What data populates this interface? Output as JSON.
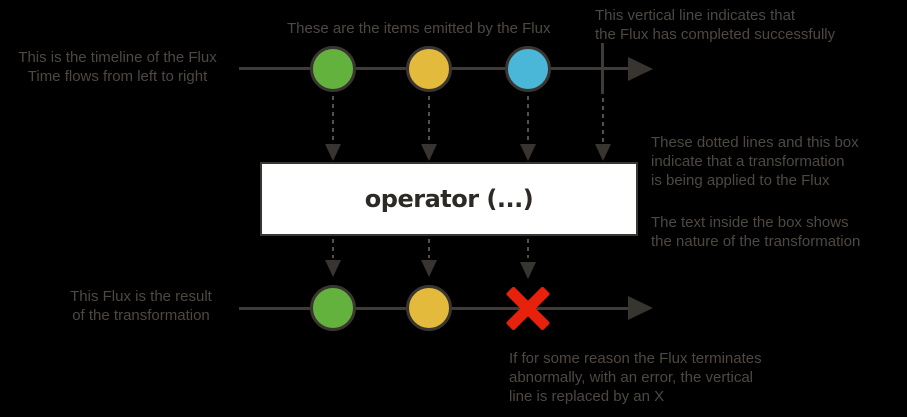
{
  "background": "#000000",
  "palette": {
    "annotation_text": "#4f4841",
    "timeline_line": "#3f3b37",
    "arrowhead": "#38342f",
    "dotted_line": "#55504a",
    "marble_border": "#3a3530",
    "operator_box_bg": "#ffffff",
    "operator_box_border": "#3a3631",
    "operator_text": "#2d2a26",
    "error_red": "#e8210d"
  },
  "operator_box": {
    "label": "operator (...)"
  },
  "annotations": {
    "timeline": "This is the timeline of the Flux\nTime flows from left to right",
    "items": "These are the items emitted by the Flux",
    "completion": "This vertical line indicates that\nthe Flux has completed successfully",
    "transformation": "These dotted lines and this box\nindicate that a transformation\nis being applied to the Flux",
    "box_text": "The text inside the box shows\nthe nature of the transformation",
    "result": "This Flux is the result\nof the transformation",
    "error": "If for some reason the Flux terminates\nabnormally, with an error, the vertical\nline is replaced by an X"
  },
  "input_flux": {
    "marbles": [
      {
        "name": "item-1",
        "color": "#64b23e"
      },
      {
        "name": "item-2",
        "color": "#e3ba3c"
      },
      {
        "name": "item-3",
        "color": "#4ab7d8"
      }
    ],
    "terminal": "complete"
  },
  "output_flux": {
    "marbles": [
      {
        "name": "item-1",
        "color": "#64b23e"
      },
      {
        "name": "item-2",
        "color": "#e3ba3c"
      }
    ],
    "terminal": "error"
  }
}
